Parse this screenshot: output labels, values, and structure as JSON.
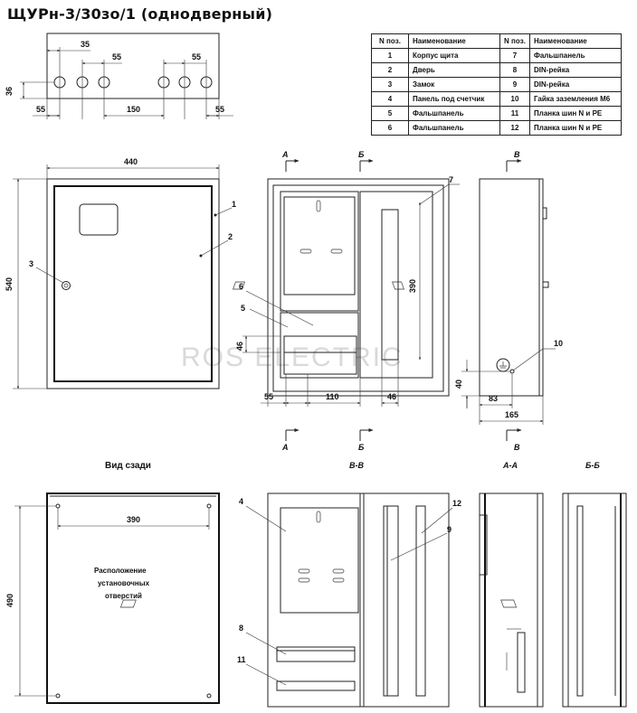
{
  "title": "ЩУРн-3/30зо/1 (однодверный)",
  "table": {
    "headers": [
      "N пoз.",
      "Наименование",
      "N пoз.",
      "Наименование"
    ],
    "rows": [
      [
        "1",
        "Корпус щита",
        "7",
        "Фальшпанель"
      ],
      [
        "2",
        "Дверь",
        "8",
        "DIN-рейка"
      ],
      [
        "3",
        "Замок",
        "9",
        "DIN-рейка"
      ],
      [
        "4",
        "Панель под счетчик",
        "10",
        "Гайка заземления М6"
      ],
      [
        "5",
        "Фальшпанель",
        "11",
        "Планка шин N и PE"
      ],
      [
        "6",
        "Фальшпанель",
        "12",
        "Планка шин N и PE"
      ]
    ]
  },
  "top_view": {
    "dims": [
      "35",
      "55",
      "55",
      "36",
      "55",
      "150",
      "55"
    ]
  },
  "front_view": {
    "width": "440",
    "height": "540",
    "labels": [
      "1",
      "2",
      "3"
    ]
  },
  "section_view": {
    "cut_a": "А",
    "cut_b": "Б",
    "dims": [
      "390",
      "46",
      "55",
      "110",
      "46"
    ],
    "labels": [
      "5",
      "6",
      "7"
    ]
  },
  "side_view": {
    "cut": "В",
    "dims": [
      "40",
      "83",
      "165"
    ],
    "labels": [
      "10"
    ]
  },
  "captions": {
    "rear": "Вид сзади",
    "vv": "В-В",
    "aa": "А-А",
    "bb": "Б-Б"
  },
  "rear_view": {
    "dims": [
      "390",
      "490"
    ],
    "note": [
      "Расположение",
      "установочных",
      "отверстий"
    ]
  },
  "vv_view": {
    "labels": [
      "4",
      "8",
      "9",
      "11",
      "12"
    ]
  },
  "watermark": "ROS ELECTRIC"
}
